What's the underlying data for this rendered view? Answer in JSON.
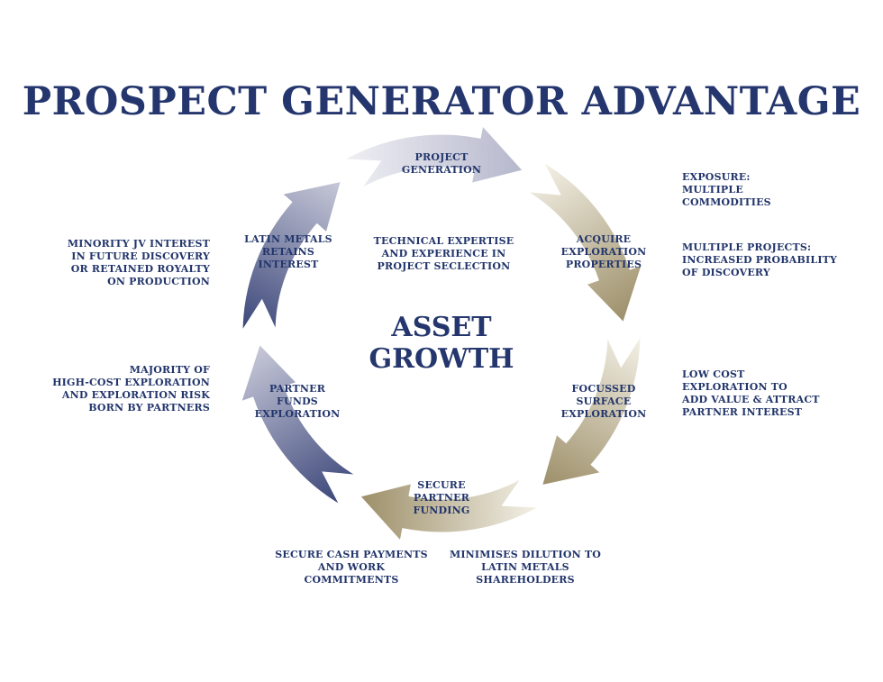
{
  "title": "PROSPECT GENERATOR ADVANTAGE",
  "center": {
    "title": "ASSET\nGROWTH",
    "subtitle": "TECHNICAL EXPERTISE\nAND EXPERIENCE IN\nPROJECT SECLECTION"
  },
  "cycle_steps": [
    {
      "label": "PROJECT\nGENERATION",
      "tone": "silver"
    },
    {
      "label": "ACQUIRE\nEXPLORATION\nPROPERTIES",
      "tone": "gold"
    },
    {
      "label": "FOCUSSED\nSURFACE\nEXPLORATION",
      "tone": "gold"
    },
    {
      "label": "SECURE\nPARTNER\nFUNDING",
      "tone": "gold"
    },
    {
      "label": "PARTNER\nFUNDS\nEXPLORATION",
      "tone": "navy"
    },
    {
      "label": "LATIN METALS\nRETAINS\nINTEREST",
      "tone": "navy"
    }
  ],
  "annotations": {
    "exposure": "EXPOSURE:\nMULTIPLE\nCOMMODITIES",
    "multiple_projects": "MULTIPLE PROJECTS:\nINCREASED PROBABILITY\nOF DISCOVERY",
    "low_cost": "LOW COST\nEXPLORATION TO\nADD VALUE & ATTRACT\nPARTNER INTEREST",
    "minority_jv": "MINORITY JV INTEREST\nIN FUTURE DISCOVERY\nOR RETAINED ROYALTY\nON PRODUCTION",
    "majority_cost": "MAJORITY OF\nHIGH-COST EXPLORATION\nAND EXPLORATION RISK\nBORN BY PARTNERS",
    "secure_cash": "SECURE CASH PAYMENTS\nAND WORK\nCOMMITMENTS",
    "minimises_dilution": "MINIMISES DILUTION TO\nLATIN METALS\nSHAREHOLDERS"
  },
  "colors": {
    "text": "#22356b",
    "navy_dark": "#3f4a7c",
    "navy_light": "#c9cad9",
    "silver_dark": "#b5b7cc",
    "silver_light": "#eeeef3",
    "gold_dark": "#9c8e68",
    "gold_light": "#f1eee3"
  }
}
